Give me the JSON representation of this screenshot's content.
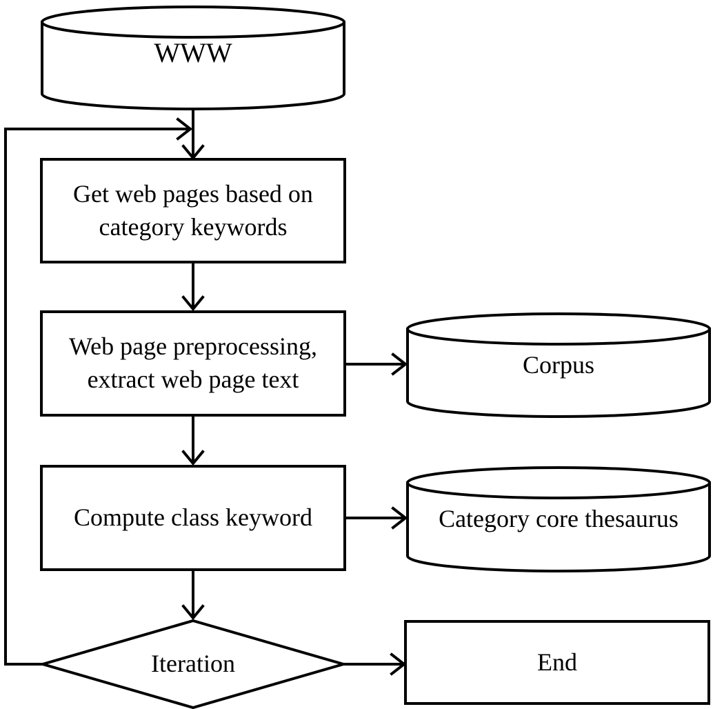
{
  "diagram": {
    "type": "flowchart",
    "colors": {
      "stroke": "#000000",
      "background": "#ffffff",
      "text": "#000000"
    },
    "nodes": {
      "www": {
        "shape": "cylinder",
        "label": "WWW"
      },
      "get_pages": {
        "shape": "rect",
        "line1": "Get web pages based on",
        "line2": "category keywords"
      },
      "preprocess": {
        "shape": "rect",
        "line1": "Web page preprocessing,",
        "line2": "extract web page text"
      },
      "corpus": {
        "shape": "cylinder",
        "label": "Corpus"
      },
      "compute": {
        "shape": "rect",
        "label": "Compute class keyword"
      },
      "thesaurus": {
        "shape": "cylinder",
        "label": "Category core thesaurus"
      },
      "iteration": {
        "shape": "diamond",
        "label": "Iteration"
      },
      "end": {
        "shape": "rect",
        "label": "End"
      }
    },
    "edges": [
      {
        "from": "www",
        "to": "get_pages"
      },
      {
        "from": "get_pages",
        "to": "preprocess"
      },
      {
        "from": "preprocess",
        "to": "corpus"
      },
      {
        "from": "preprocess",
        "to": "compute"
      },
      {
        "from": "compute",
        "to": "thesaurus"
      },
      {
        "from": "compute",
        "to": "iteration"
      },
      {
        "from": "iteration",
        "to": "end"
      },
      {
        "from": "iteration",
        "to": "get_pages",
        "kind": "loopback"
      }
    ]
  }
}
